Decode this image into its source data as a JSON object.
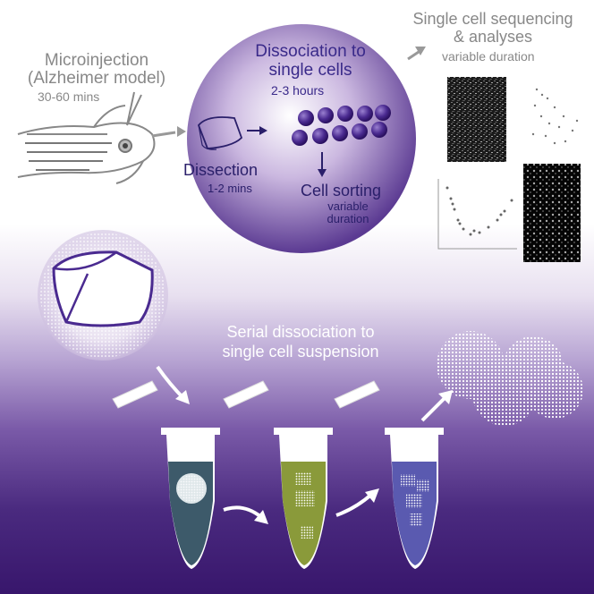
{
  "microinjection": {
    "title_line1": "Microinjection",
    "title_line2": "(Alzheimer model)",
    "duration": "30-60 mins"
  },
  "dissociation": {
    "title_line1": "Dissociation to",
    "title_line2": "single cells",
    "duration": "2-3 hours"
  },
  "dissection": {
    "title": "Dissection",
    "duration": "1-2 mins"
  },
  "cell_sorting": {
    "title": "Cell sorting",
    "duration_line1": "variable",
    "duration_line2": "duration"
  },
  "sequencing": {
    "title_line1": "Single cell sequencing",
    "title_line2": "& analyses",
    "duration": "variable duration"
  },
  "serial": {
    "title_line1": "Serial dissociation to",
    "title_line2": "single cell suspension"
  },
  "colors": {
    "circle_purple": "#7a5aa8",
    "cell_purple": "#4a2a90",
    "tube1_liquid": "#3d5a6a",
    "tube2_liquid": "#8a9a3a",
    "tube3_liquid": "#5a5ab0",
    "background_bottom": "#38166c"
  }
}
